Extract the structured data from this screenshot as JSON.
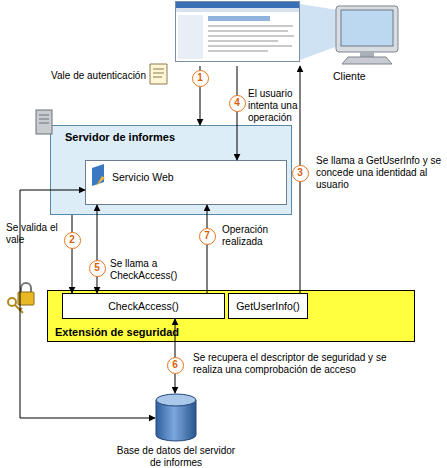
{
  "diagram": {
    "nodes": [
      {
        "text": [
          "Cliente"
        ]
      },
      {
        "text": [
          "Servidor de informes"
        ]
      },
      {
        "text": [
          "Servicio Web"
        ],
        "in": 1
      },
      {
        "text": [
          "Extensión de seguridad"
        ]
      },
      {
        "text": [
          "CheckAccess()"
        ],
        "in": 3
      },
      {
        "text": [
          "GetUserInfo()"
        ],
        "in": 3
      },
      {
        "text": [
          "Base de datos del servidor de informes"
        ]
      }
    ],
    "edges": [
      {
        "from": 0,
        "to": 1,
        "arrow": "to",
        "label": "Vale de autenticación"
      },
      {
        "from": 1,
        "to": 4,
        "arrow": "to",
        "label": "Se valida el vale"
      },
      {
        "from": 5,
        "to": 0,
        "arrow": "to",
        "label": "Se llama a GetUserInfo y se concede una identidad al usuario"
      },
      {
        "from": 0,
        "to": 2,
        "arrow": "to",
        "label": "El usuario intenta una operación"
      },
      {
        "from": 2,
        "to": 4,
        "arrow": "both",
        "label": "Se llama a CheckAccess()"
      },
      {
        "from": 4,
        "to": 6,
        "arrow": "both",
        "label": "Se recupera el descriptor de seguridad y se realiza una comprobación de acceso"
      },
      {
        "from": 4,
        "to": 2,
        "arrow": "to",
        "label": "Operación realizada"
      },
      {
        "from": 2,
        "to": 6,
        "arrow": "both"
      }
    ],
    "labels": [
      "1",
      "2",
      "3",
      "4",
      "5",
      "6",
      "7"
    ]
  }
}
